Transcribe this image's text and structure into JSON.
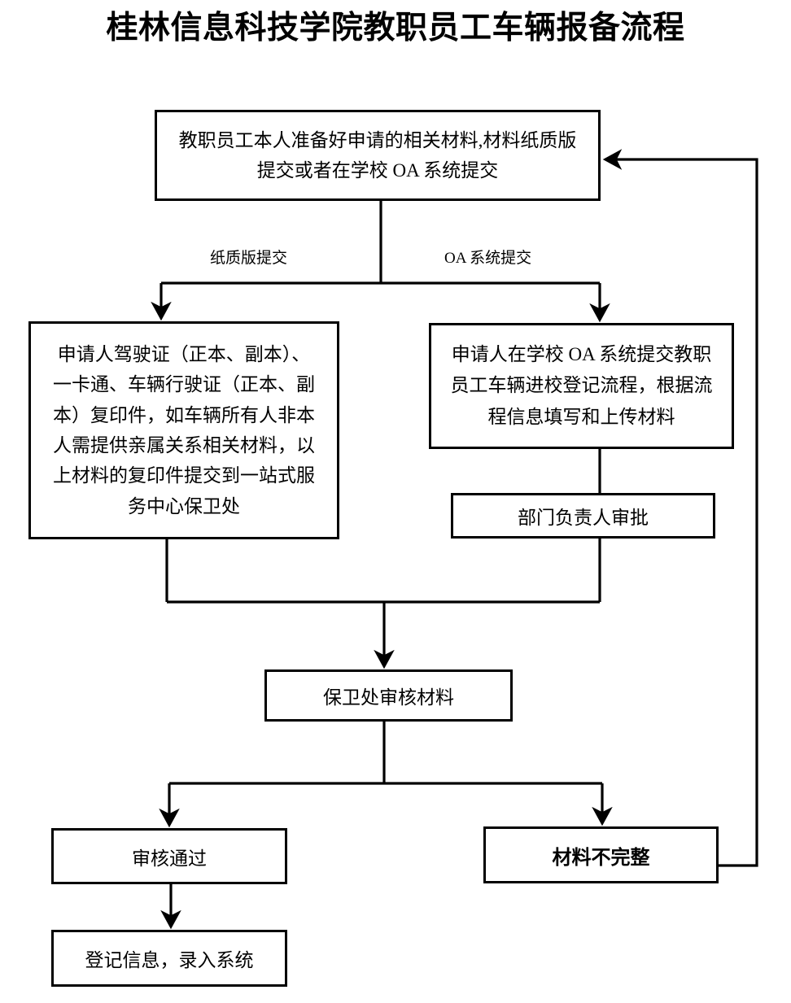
{
  "page": {
    "title": "桂林信息科技学院教职员工车辆报备流程",
    "background_color": "#ffffff",
    "line_color": "#000000"
  },
  "flowchart": {
    "type": "flowchart",
    "nodes": [
      {
        "id": "prepare",
        "label": "教职员工本人准备好申请的相关材料,材料纸质版\n提交或者在学校 OA 系统提交"
      },
      {
        "id": "paper_docs",
        "label": "申请人驾驶证（正本、副本）、\n一卡通、车辆行驶证（正本、副\n本）复印件，如车辆所有人非本\n人需提供亲属关系相关材料，以\n上材料的复印件提交到一站式服\n务中心保卫处"
      },
      {
        "id": "oa_submit",
        "label": "申请人在学校 OA 系统提交教职\n员工车辆进校登记流程，根据流\n程信息填写和上传材料"
      },
      {
        "id": "dept_approve",
        "label": "部门负责人审批"
      },
      {
        "id": "security_check",
        "label": "保卫处审核材料"
      },
      {
        "id": "approved",
        "label": "审核通过"
      },
      {
        "id": "incomplete",
        "label": "材料不完整"
      },
      {
        "id": "register",
        "label": "登记信息，录入系统"
      }
    ],
    "edge_labels": [
      {
        "id": "paper_branch",
        "label": "纸质版提交"
      },
      {
        "id": "oa_branch",
        "label": "OA 系统提交"
      }
    ],
    "edges": [
      {
        "from": "prepare",
        "to": "paper_docs",
        "label": "纸质版提交"
      },
      {
        "from": "prepare",
        "to": "oa_submit",
        "label": "OA 系统提交"
      },
      {
        "from": "oa_submit",
        "to": "dept_approve",
        "label": ""
      },
      {
        "from": "paper_docs",
        "to": "security_check",
        "label": ""
      },
      {
        "from": "dept_approve",
        "to": "security_check",
        "label": ""
      },
      {
        "from": "security_check",
        "to": "approved",
        "label": ""
      },
      {
        "from": "security_check",
        "to": "incomplete",
        "label": ""
      },
      {
        "from": "approved",
        "to": "register",
        "label": ""
      },
      {
        "from": "incomplete",
        "to": "prepare",
        "label": ""
      }
    ]
  }
}
